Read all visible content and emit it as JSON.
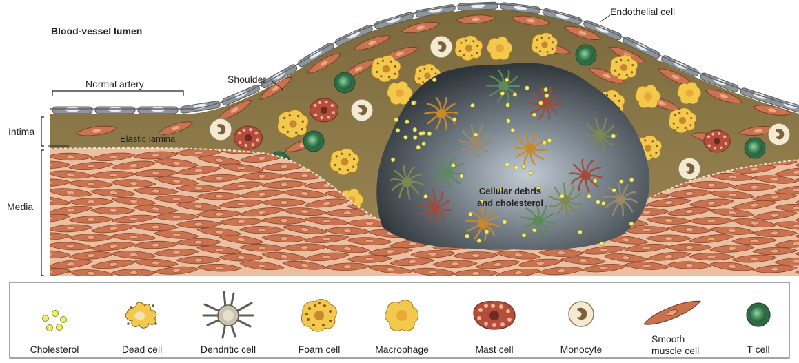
{
  "title": "Blood-vessel lumen",
  "labels": {
    "normal_artery": "Normal artery",
    "shoulder": "Shoulder",
    "endothelial_cell": "Endothelial cell",
    "intima": "Intima",
    "elastic_lamina": "Elastic lamina",
    "media": "Media",
    "core_line1": "Cellular debris",
    "core_line2": "and cholesterol"
  },
  "legend": [
    {
      "label": "Cholesterol",
      "icon": "cholesterol-icon"
    },
    {
      "label": "Dead cell",
      "icon": "dead-cell-icon"
    },
    {
      "label": "Dendritic cell",
      "icon": "dendritic-cell-icon"
    },
    {
      "label": "Foam cell",
      "icon": "foam-cell-icon"
    },
    {
      "label": "Macrophage",
      "icon": "macrophage-icon"
    },
    {
      "label": "Mast cell",
      "icon": "mast-cell-icon"
    },
    {
      "label": "Monocyte",
      "icon": "monocyte-icon"
    },
    {
      "label": "Smooth muscle cell",
      "label_line1": "Smooth",
      "label_line2": "muscle cell",
      "icon": "smooth-muscle-cell-icon"
    },
    {
      "label": "T cell",
      "icon": "t-cell-icon"
    }
  ],
  "colors": {
    "media": "#e9b896",
    "smooth_muscle": "#c8714f",
    "plaque": "#8a7545",
    "endothelium": "#8f959b",
    "core": "#4a5258",
    "foam": "#f2c94c",
    "mast": "#a8453a",
    "t_cell": "#3f8a5a",
    "monocyte": "#f4ead2",
    "cholesterol": "#f2ec6b"
  }
}
